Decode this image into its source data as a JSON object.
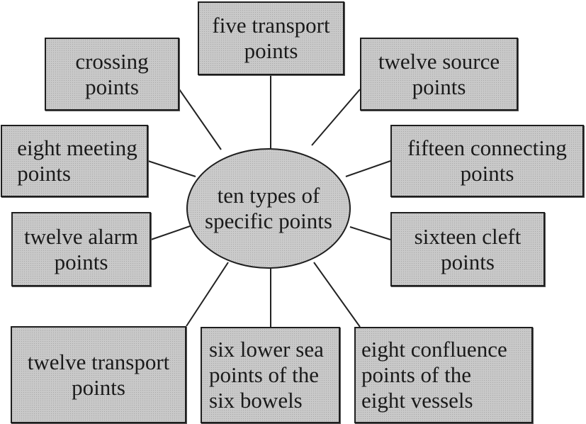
{
  "diagram": {
    "center": "ten types of\nspecific points",
    "nodes": {
      "five_transport": "five transport\npoints",
      "crossing": "crossing\npoints",
      "twelve_source": "twelve source\npoints",
      "eight_meeting": "eight meeting\npoints",
      "fifteen_connecting": "fifteen connecting\npoints",
      "twelve_alarm": "twelve alarm\npoints",
      "sixteen_cleft": "sixteen cleft\npoints",
      "twelve_transport": "twelve transport\npoints",
      "six_lower_sea": "six lower sea\npoints of the\nsix bowels",
      "eight_confluence": "eight confluence\npoints of the\neight vessels"
    }
  },
  "colors": {
    "box_fill": "#c9c9c9",
    "stroke": "#1e1e1e",
    "text": "#1a1a1a"
  }
}
